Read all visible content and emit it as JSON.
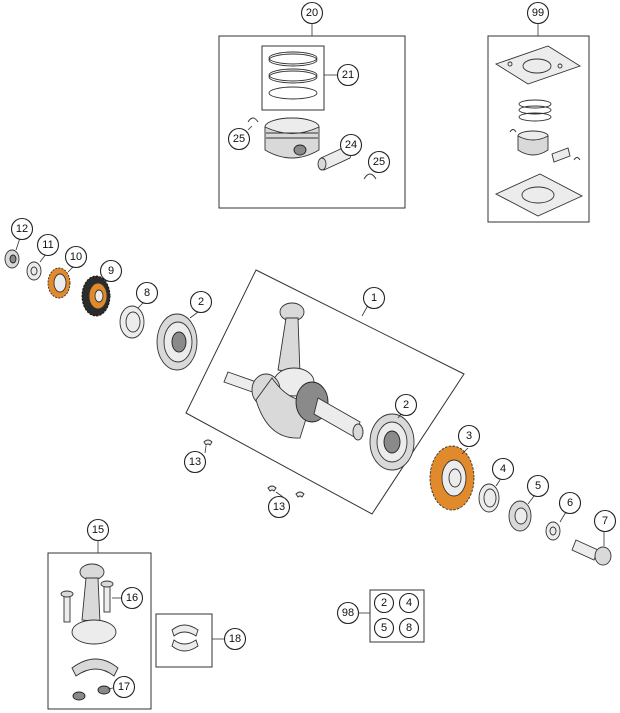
{
  "diagram": {
    "callouts": {
      "c1": "1",
      "c2a": "2",
      "c2b": "2",
      "c3": "3",
      "c4": "4",
      "c5": "5",
      "c6": "6",
      "c7": "7",
      "c8": "8",
      "c9": "9",
      "c10": "10",
      "c11": "11",
      "c12": "12",
      "c13a": "13",
      "c13b": "13",
      "c15": "15",
      "c16": "16",
      "c17": "17",
      "c18": "18",
      "c20": "20",
      "c21": "21",
      "c24": "24",
      "c25a": "25",
      "c25b": "25",
      "c98": "98",
      "c99": "99"
    },
    "kit98": [
      "2",
      "4",
      "5",
      "8"
    ]
  },
  "colors": {
    "gear_accent": "#e08a2c",
    "gear_dark": "#2b2b2b"
  }
}
